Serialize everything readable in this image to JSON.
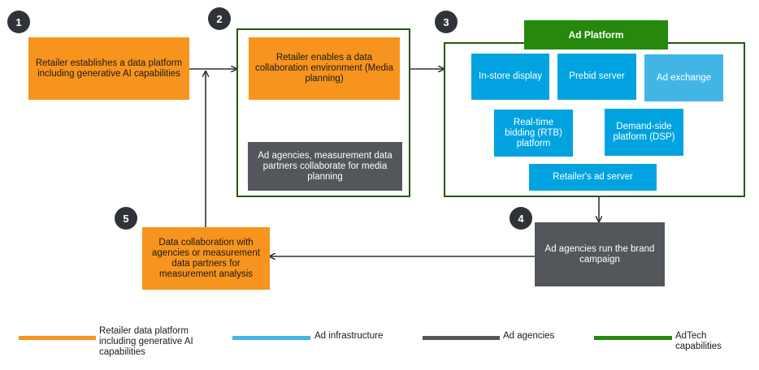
{
  "steps": [
    "1",
    "2",
    "3",
    "4",
    "5"
  ],
  "boxes": {
    "step1": "Retailer establishes a data platform including generative AI capabilities",
    "step2": "Retailer enables a data collaboration environment (Media planning)",
    "agencies_planning": "Ad agencies, measurement data partners collaborate for media planning",
    "ad_platform_title": "Ad Platform",
    "instore": "In-store display",
    "prebid": "Prebid server",
    "exchange": "Ad exchange",
    "rtb": "Real-time bidding (RTB) platform",
    "dsp": "Demand-side platform (DSP)",
    "ad_server": "Retailer's ad server",
    "campaign": "Ad agencies run the brand campaign",
    "step5": "Data collaboration with agencies or measurement data partners for measurement analysis"
  },
  "colors": {
    "orange": "#f7941d",
    "dark_gray": "#53565a",
    "blue": "#00a3e0",
    "light_blue": "#41b6e6",
    "green": "#26890d"
  },
  "legend": [
    {
      "label": "Retailer data platform including generative AI capabilities",
      "color": "#f7941d"
    },
    {
      "label": "Ad infrastructure",
      "color": "#41b6e6"
    },
    {
      "label": "Ad agencies",
      "color": "#53565a"
    },
    {
      "label": "AdTech capabilities",
      "color": "#26890d"
    }
  ]
}
